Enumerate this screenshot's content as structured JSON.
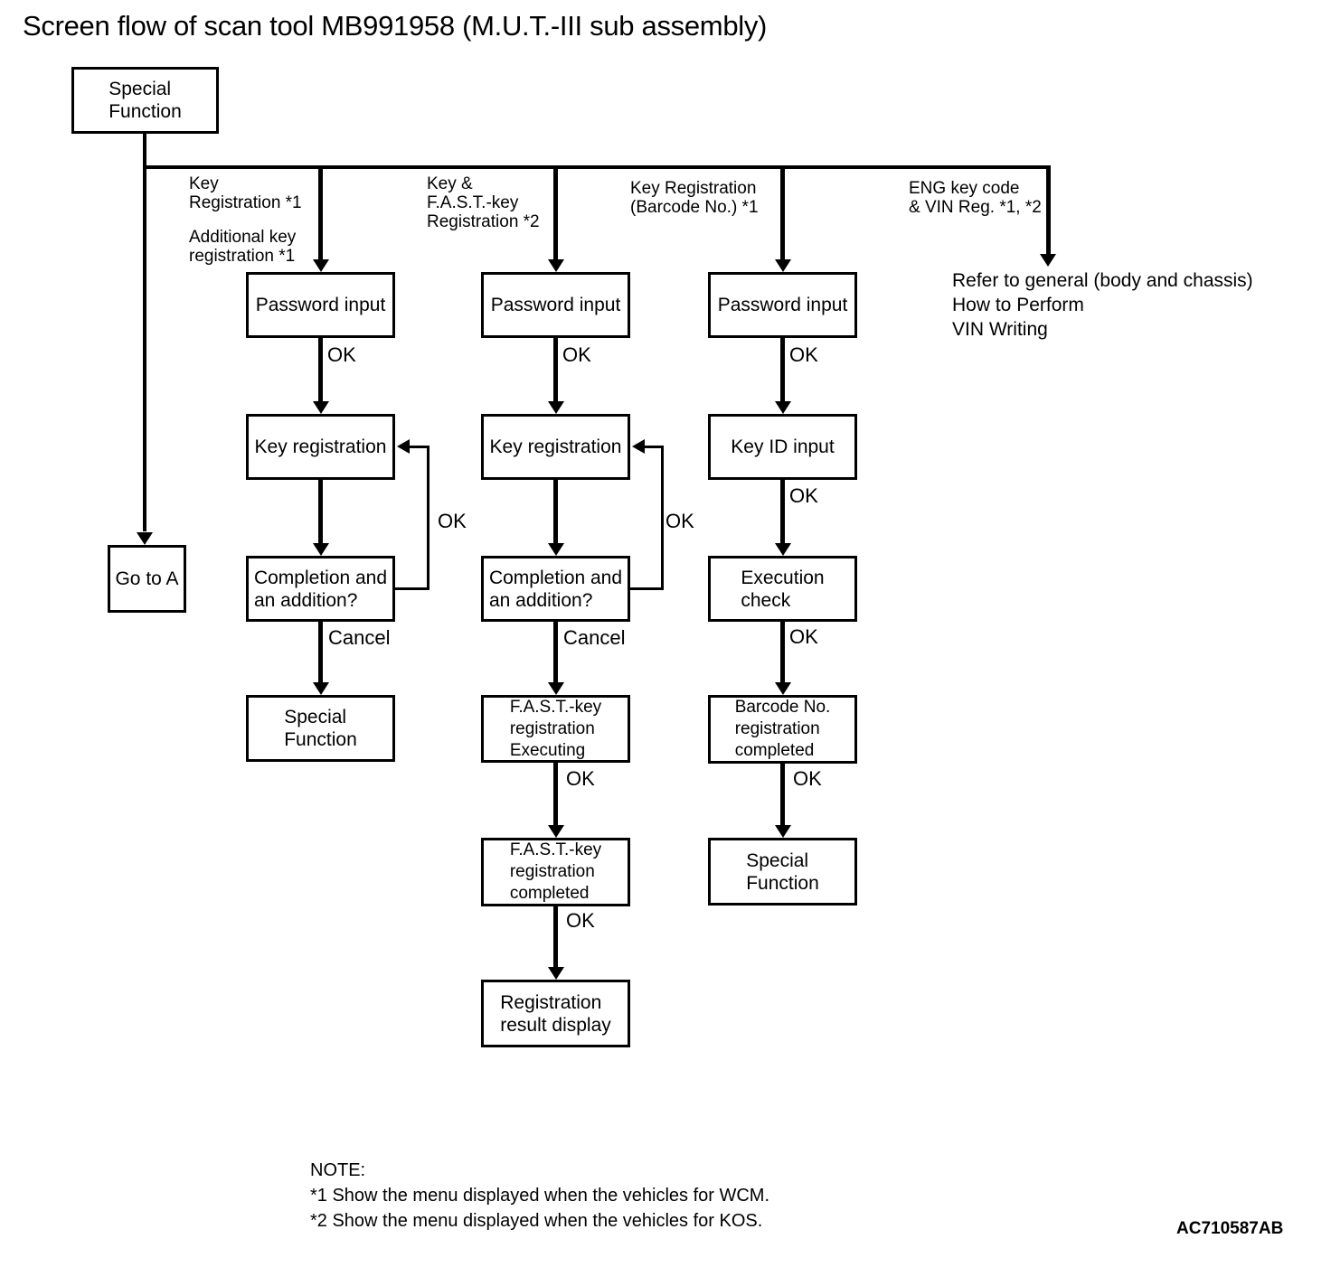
{
  "title": "Screen flow of scan tool MB991958 (M.U.T.-III sub assembly)",
  "figure_code": "AC710587AB",
  "edge_labels": {
    "ok": "OK",
    "cancel": "Cancel"
  },
  "nodes": {
    "start": "Special\nFunction",
    "goto": "Go to A"
  },
  "branches": [
    {
      "primary": "Key\nRegistration *1",
      "secondary": "Additional key\nregistration *1"
    },
    {
      "primary": "Key &\nF.A.S.T.-key\nRegistration *2"
    },
    {
      "primary": "Key Registration\n(Barcode No.) *1"
    },
    {
      "primary": "ENG key code\n& VIN Reg. *1, *2"
    }
  ],
  "columns": {
    "key_registration": [
      "Password input",
      "Key registration",
      "Completion and\nan addition?",
      "Special\nFunction"
    ],
    "fast_key": [
      "Password input",
      "Key registration",
      "Completion and\nan addition?",
      "F.A.S.T.-key\nregistration\nExecuting",
      "F.A.S.T.-key\nregistration\ncompleted",
      "Registration\nresult display"
    ],
    "barcode": [
      "Password input",
      "Key ID input",
      "Execution\ncheck",
      "Barcode No.\nregistration\ncompleted",
      "Special\nFunction"
    ]
  },
  "reference": "Refer to general (body and chassis)\nHow to Perform\nVIN Writing",
  "note": "NOTE:\n*1 Show the menu displayed when the vehicles for WCM.\n*2 Show the menu displayed when the vehicles for KOS."
}
